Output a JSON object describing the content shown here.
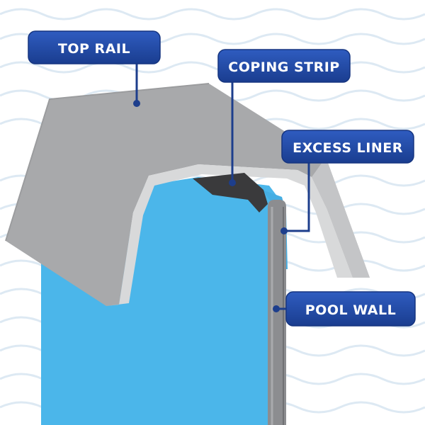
{
  "labels": {
    "top_rail": "TOP RAIL",
    "coping_strip": "COPING STRIP",
    "excess_liner": "EXCESS LINER",
    "pool_wall": "POOL WALL"
  },
  "colors": {
    "label_fill": "#1f47a0",
    "label_text": "#ffffff",
    "leader_line": "#1d3e8c",
    "rail_gray": "#a8a9ab",
    "rail_inner": "#d6d7d8",
    "rail_edge": "#c4c5c7",
    "liner_blue": "#4bb6ea",
    "coping_dark": "#3a3a3c",
    "wall_gray": "#8c8d90",
    "wave_line": "#dde9f3"
  }
}
